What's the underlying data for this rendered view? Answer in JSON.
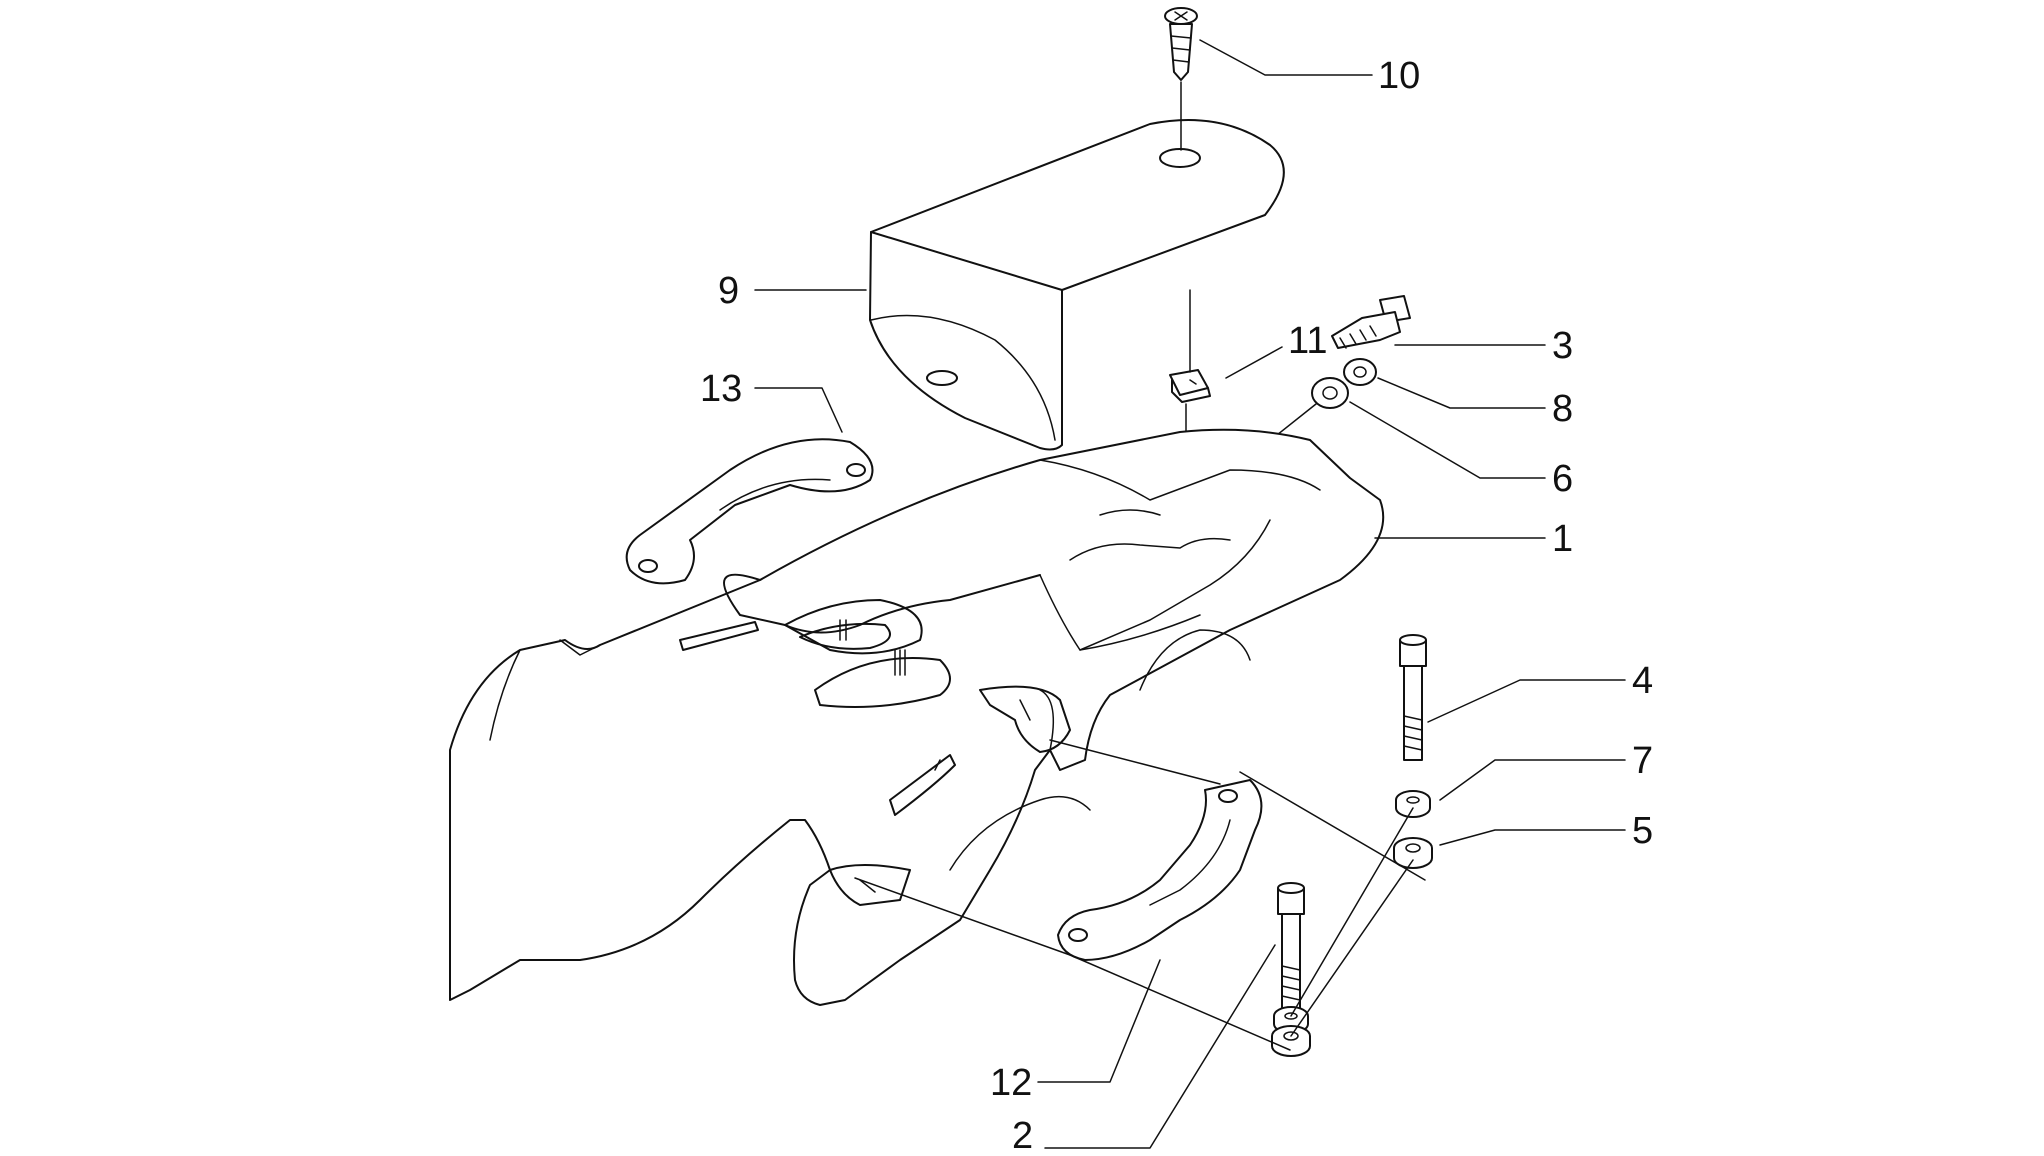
{
  "diagram": {
    "callouts": [
      {
        "id": "c1",
        "number": "1"
      },
      {
        "id": "c2",
        "number": "2"
      },
      {
        "id": "c3",
        "number": "3"
      },
      {
        "id": "c4",
        "number": "4"
      },
      {
        "id": "c5",
        "number": "5"
      },
      {
        "id": "c6",
        "number": "6"
      },
      {
        "id": "c7",
        "number": "7"
      },
      {
        "id": "c8",
        "number": "8"
      },
      {
        "id": "c9",
        "number": "9"
      },
      {
        "id": "c10",
        "number": "10"
      },
      {
        "id": "c11",
        "number": "11"
      },
      {
        "id": "c12",
        "number": "12"
      },
      {
        "id": "c13",
        "number": "13"
      }
    ]
  }
}
